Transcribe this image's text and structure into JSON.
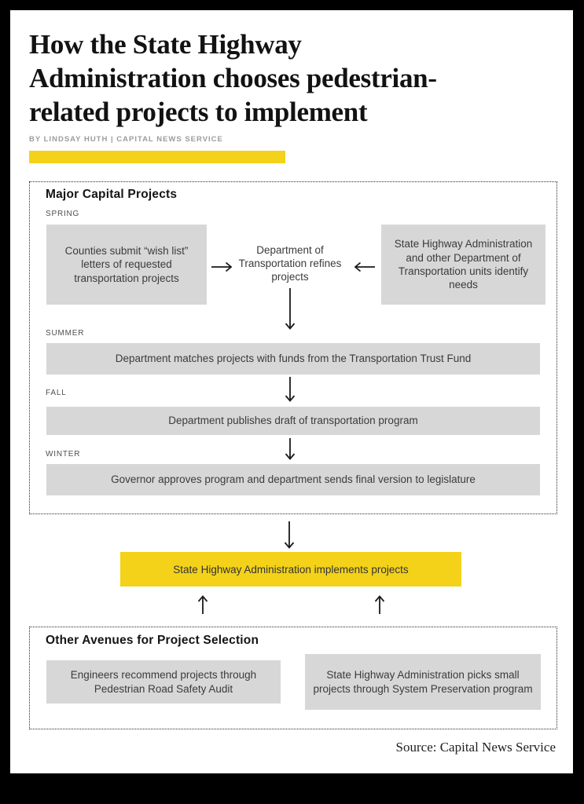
{
  "header": {
    "title_lines": [
      "How the State Highway",
      "Administration chooses pedestrian-",
      "related projects to implement"
    ],
    "byline": "BY LINDSAY HUTH | CAPITAL NEWS SERVICE"
  },
  "major_capital": {
    "heading": "Major Capital Projects",
    "spring_label": "SPRING",
    "spring_left_box": "Counties submit “wish list” letters of requested transportation projects",
    "spring_center": "Department of Transportation refines projects",
    "spring_right_box": "State Highway Administration and other Department of Transportation units identify needs",
    "summer_label": "SUMMER",
    "summer_box": "Department matches projects with funds from the Transportation Trust Fund",
    "fall_label": "FALL",
    "fall_box": "Department publishes draft of transportation program",
    "winter_label": "WINTER",
    "winter_box": "Governor approves program and department sends final version to legislature"
  },
  "implementation": {
    "box": "State Highway Administration implements projects"
  },
  "other_avenues": {
    "heading": "Other Avenues for Project Selection",
    "left_box": "Engineers recommend projects through Pedestrian Road Safety Audit",
    "right_box": "State Highway Administration picks small projects through System Preservation program"
  },
  "footer": {
    "source": "Source: Capital News Service"
  },
  "colors": {
    "accent_yellow": "#F3D219",
    "box_gray": "#D7D7D7",
    "frame_black": "#000000"
  },
  "icons": {
    "flow_right": "arrow-right-icon",
    "flow_left": "arrow-left-icon",
    "flow_down": "arrow-down-icon",
    "flow_up": "arrow-up-icon"
  }
}
